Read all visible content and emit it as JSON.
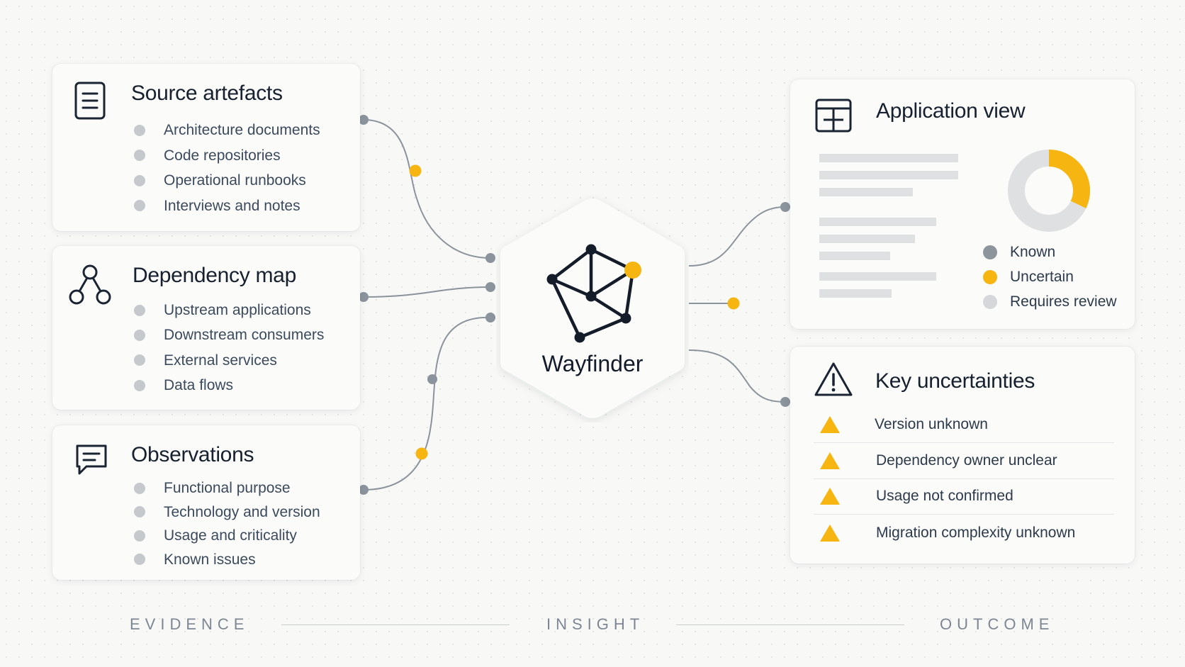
{
  "center": {
    "label": "Wayfinder"
  },
  "inputs": [
    {
      "title": "Source artefacts",
      "icon": "document-icon",
      "items": [
        "Architecture documents",
        "Code repositories",
        "Operational runbooks",
        "Interviews and notes"
      ]
    },
    {
      "title": "Dependency map",
      "icon": "network-icon",
      "items": [
        "Upstream applications",
        "Downstream consumers",
        "External services",
        "Data flows"
      ]
    },
    {
      "title": "Observations",
      "icon": "chat-icon",
      "items": [
        "Functional purpose",
        "Technology and version",
        "Usage and criticality",
        "Known issues"
      ]
    }
  ],
  "application_view": {
    "title": "Application view",
    "icon": "table-icon",
    "legend": [
      {
        "label": "Known",
        "color": "#8e949b"
      },
      {
        "label": "Uncertain",
        "color": "#f6b511"
      },
      {
        "label": "Requires review",
        "color": "#d5d7da"
      }
    ],
    "donut": {
      "uncertain_fraction": 0.32,
      "color_uncertain": "#f6b511",
      "color_rest": "#dfe0e2"
    }
  },
  "key_uncertainties": {
    "title": "Key uncertainties",
    "icon": "warning-icon",
    "items": [
      "Version unknown",
      "Dependency owner unclear",
      "Usage not confirmed",
      "Migration complexity unknown"
    ]
  },
  "stages": [
    "EVIDENCE",
    "INSIGHT",
    "OUTCOME"
  ],
  "colors": {
    "accent": "#f6b511",
    "connector": "#8b939c",
    "text": "#16202e"
  }
}
